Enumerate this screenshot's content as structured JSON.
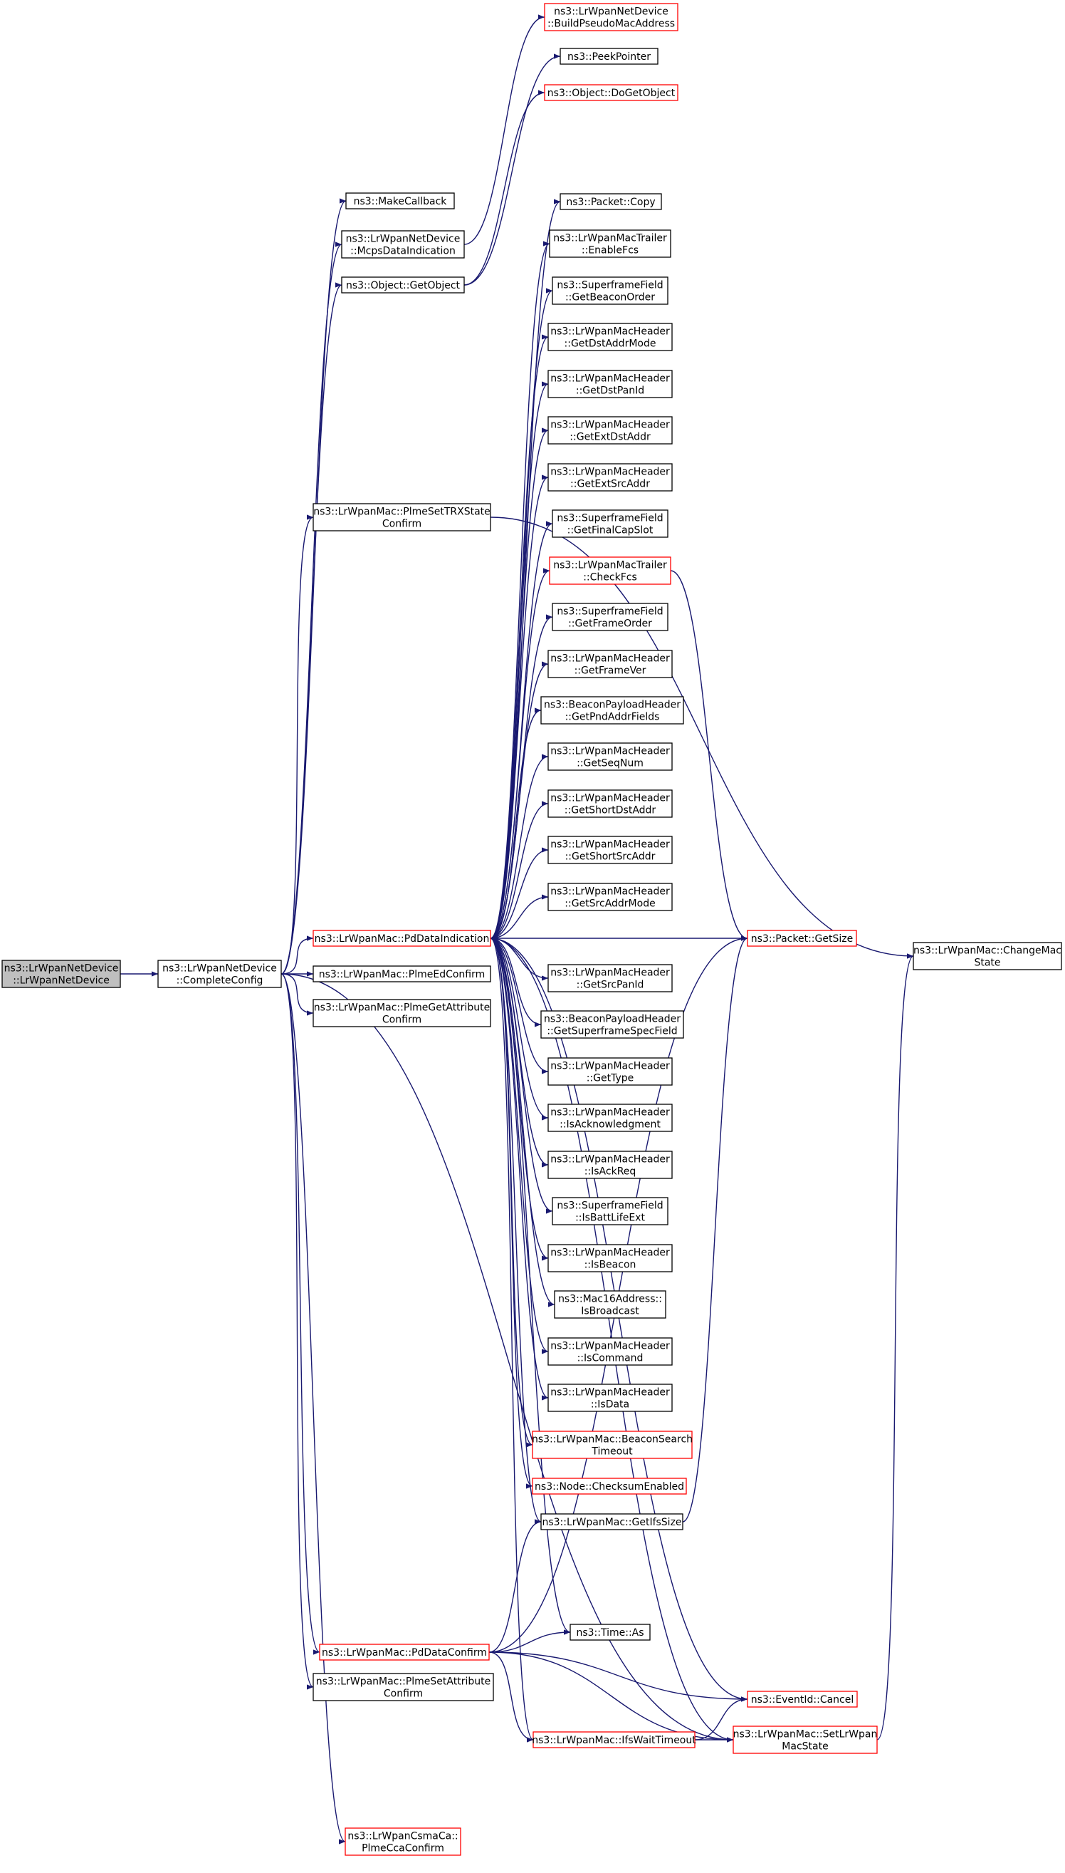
{
  "colors": {
    "edge": "#191970",
    "box_border": "#000000",
    "box_border_truncated": "#ff0000",
    "root_fill": "#bfbfbf",
    "box_fill": "#ffffff"
  },
  "nodes": [
    {
      "id": "root",
      "lines": [
        "ns3::LrWpanNetDevice",
        "::LrWpanNetDevice"
      ],
      "style": "root"
    },
    {
      "id": "cc",
      "lines": [
        "ns3::LrWpanNetDevice",
        "::CompleteConfig"
      ],
      "style": "normal"
    },
    {
      "id": "mk",
      "lines": [
        "ns3::MakeCallback"
      ],
      "style": "normal"
    },
    {
      "id": "mcps",
      "lines": [
        "ns3::LrWpanNetDevice",
        "::McpsDataIndication"
      ],
      "style": "normal"
    },
    {
      "id": "getobj",
      "lines": [
        "ns3::Object::GetObject"
      ],
      "style": "normal"
    },
    {
      "id": "trx",
      "lines": [
        "ns3::LrWpanMac::PlmeSetTRXState",
        "Confirm"
      ],
      "style": "normal"
    },
    {
      "id": "pdi",
      "lines": [
        "ns3::LrWpanMac::PdDataIndication"
      ],
      "style": "red"
    },
    {
      "id": "edc",
      "lines": [
        "ns3::LrWpanMac::PlmeEdConfirm"
      ],
      "style": "normal"
    },
    {
      "id": "pga",
      "lines": [
        "ns3::LrWpanMac::PlmeGetAttribute",
        "Confirm"
      ],
      "style": "normal"
    },
    {
      "id": "pdc",
      "lines": [
        "ns3::LrWpanMac::PdDataConfirm"
      ],
      "style": "red"
    },
    {
      "id": "psa",
      "lines": [
        "ns3::LrWpanMac::PlmeSetAttribute",
        "Confirm"
      ],
      "style": "normal"
    },
    {
      "id": "cca",
      "lines": [
        "ns3::LrWpanCsmaCa::",
        "PlmeCcaConfirm"
      ],
      "style": "red"
    },
    {
      "id": "bpma",
      "lines": [
        "ns3::LrWpanNetDevice",
        "::BuildPseudoMacAddress"
      ],
      "style": "red"
    },
    {
      "id": "peek",
      "lines": [
        "ns3::PeekPointer"
      ],
      "style": "normal"
    },
    {
      "id": "dogo",
      "lines": [
        "ns3::Object::DoGetObject"
      ],
      "style": "red"
    },
    {
      "id": "copy",
      "lines": [
        "ns3::Packet::Copy"
      ],
      "style": "normal"
    },
    {
      "id": "efcs",
      "lines": [
        "ns3::LrWpanMacTrailer",
        "::EnableFcs"
      ],
      "style": "normal"
    },
    {
      "id": "gbo",
      "lines": [
        "ns3::SuperframeField",
        "::GetBeaconOrder"
      ],
      "style": "normal"
    },
    {
      "id": "gdam",
      "lines": [
        "ns3::LrWpanMacHeader",
        "::GetDstAddrMode"
      ],
      "style": "normal"
    },
    {
      "id": "gdpi",
      "lines": [
        "ns3::LrWpanMacHeader",
        "::GetDstPanId"
      ],
      "style": "normal"
    },
    {
      "id": "geda",
      "lines": [
        "ns3::LrWpanMacHeader",
        "::GetExtDstAddr"
      ],
      "style": "normal"
    },
    {
      "id": "gesa",
      "lines": [
        "ns3::LrWpanMacHeader",
        "::GetExtSrcAddr"
      ],
      "style": "normal"
    },
    {
      "id": "gfcs",
      "lines": [
        "ns3::SuperframeField",
        "::GetFinalCapSlot"
      ],
      "style": "normal"
    },
    {
      "id": "cfcs",
      "lines": [
        "ns3::LrWpanMacTrailer",
        "::CheckFcs"
      ],
      "style": "red"
    },
    {
      "id": "gfo",
      "lines": [
        "ns3::SuperframeField",
        "::GetFrameOrder"
      ],
      "style": "normal"
    },
    {
      "id": "gfv",
      "lines": [
        "ns3::LrWpanMacHeader",
        "::GetFrameVer"
      ],
      "style": "normal"
    },
    {
      "id": "gpaf",
      "lines": [
        "ns3::BeaconPayloadHeader",
        "::GetPndAddrFields"
      ],
      "style": "normal"
    },
    {
      "id": "gsn",
      "lines": [
        "ns3::LrWpanMacHeader",
        "::GetSeqNum"
      ],
      "style": "normal"
    },
    {
      "id": "gsda",
      "lines": [
        "ns3::LrWpanMacHeader",
        "::GetShortDstAddr"
      ],
      "style": "normal"
    },
    {
      "id": "gssa",
      "lines": [
        "ns3::LrWpanMacHeader",
        "::GetShortSrcAddr"
      ],
      "style": "normal"
    },
    {
      "id": "gsam",
      "lines": [
        "ns3::LrWpanMacHeader",
        "::GetSrcAddrMode"
      ],
      "style": "normal"
    },
    {
      "id": "gspi",
      "lines": [
        "ns3::LrWpanMacHeader",
        "::GetSrcPanId"
      ],
      "style": "normal"
    },
    {
      "id": "gssf",
      "lines": [
        "ns3::BeaconPayloadHeader",
        "::GetSuperframeSpecField"
      ],
      "style": "normal"
    },
    {
      "id": "gtype",
      "lines": [
        "ns3::LrWpanMacHeader",
        "::GetType"
      ],
      "style": "normal"
    },
    {
      "id": "iack",
      "lines": [
        "ns3::LrWpanMacHeader",
        "::IsAcknowledgment"
      ],
      "style": "normal"
    },
    {
      "id": "iackr",
      "lines": [
        "ns3::LrWpanMacHeader",
        "::IsAckReq"
      ],
      "style": "normal"
    },
    {
      "id": "ible",
      "lines": [
        "ns3::SuperframeField",
        "::IsBattLifeExt"
      ],
      "style": "normal"
    },
    {
      "id": "ibea",
      "lines": [
        "ns3::LrWpanMacHeader",
        "::IsBeacon"
      ],
      "style": "normal"
    },
    {
      "id": "ibc",
      "lines": [
        "ns3::Mac16Address::",
        "IsBroadcast"
      ],
      "style": "normal"
    },
    {
      "id": "icmd",
      "lines": [
        "ns3::LrWpanMacHeader",
        "::IsCommand"
      ],
      "style": "normal"
    },
    {
      "id": "idata",
      "lines": [
        "ns3::LrWpanMacHeader",
        "::IsData"
      ],
      "style": "normal"
    },
    {
      "id": "bst",
      "lines": [
        "ns3::LrWpanMac::BeaconSearch",
        "Timeout"
      ],
      "style": "red"
    },
    {
      "id": "cse",
      "lines": [
        "ns3::Node::ChecksumEnabled"
      ],
      "style": "red"
    },
    {
      "id": "gifs",
      "lines": [
        "ns3::LrWpanMac::GetIfsSize"
      ],
      "style": "normal"
    },
    {
      "id": "tas",
      "lines": [
        "ns3::Time::As"
      ],
      "style": "normal"
    },
    {
      "id": "ifs",
      "lines": [
        "ns3::LrWpanMac::IfsWaitTimeout"
      ],
      "style": "red"
    },
    {
      "id": "pgs",
      "lines": [
        "ns3::Packet::GetSize"
      ],
      "style": "red"
    },
    {
      "id": "ecan",
      "lines": [
        "ns3::EventId::Cancel"
      ],
      "style": "red"
    },
    {
      "id": "slms",
      "lines": [
        "ns3::LrWpanMac::SetLrWpan",
        "MacState"
      ],
      "style": "red"
    },
    {
      "id": "cms",
      "lines": [
        "ns3::LrWpanMac::ChangeMac",
        "State"
      ],
      "style": "normal"
    }
  ],
  "edges": [
    [
      "root",
      "cc"
    ],
    [
      "cc",
      "mk"
    ],
    [
      "cc",
      "mcps"
    ],
    [
      "cc",
      "getobj"
    ],
    [
      "cc",
      "trx"
    ],
    [
      "cc",
      "pdi"
    ],
    [
      "cc",
      "edc"
    ],
    [
      "cc",
      "pga"
    ],
    [
      "cc",
      "pdc"
    ],
    [
      "cc",
      "psa"
    ],
    [
      "cc",
      "cca"
    ],
    [
      "cc",
      "slms"
    ],
    [
      "mcps",
      "bpma"
    ],
    [
      "getobj",
      "peek"
    ],
    [
      "getobj",
      "dogo"
    ],
    [
      "trx",
      "cms"
    ],
    [
      "pdi",
      "copy"
    ],
    [
      "pdi",
      "efcs"
    ],
    [
      "pdi",
      "gbo"
    ],
    [
      "pdi",
      "gdam"
    ],
    [
      "pdi",
      "gdpi"
    ],
    [
      "pdi",
      "geda"
    ],
    [
      "pdi",
      "gesa"
    ],
    [
      "pdi",
      "gfcs"
    ],
    [
      "pdi",
      "cfcs"
    ],
    [
      "pdi",
      "gfo"
    ],
    [
      "pdi",
      "gfv"
    ],
    [
      "pdi",
      "gpaf"
    ],
    [
      "pdi",
      "gsn"
    ],
    [
      "pdi",
      "gsda"
    ],
    [
      "pdi",
      "gssa"
    ],
    [
      "pdi",
      "gsam"
    ],
    [
      "pdi",
      "pgs"
    ],
    [
      "pdi",
      "gspi"
    ],
    [
      "pdi",
      "gssf"
    ],
    [
      "pdi",
      "gtype"
    ],
    [
      "pdi",
      "iack"
    ],
    [
      "pdi",
      "iackr"
    ],
    [
      "pdi",
      "ible"
    ],
    [
      "pdi",
      "ibea"
    ],
    [
      "pdi",
      "ibc"
    ],
    [
      "pdi",
      "icmd"
    ],
    [
      "pdi",
      "idata"
    ],
    [
      "pdi",
      "bst"
    ],
    [
      "pdi",
      "cse"
    ],
    [
      "pdi",
      "gifs"
    ],
    [
      "pdi",
      "tas"
    ],
    [
      "pdi",
      "ecan"
    ],
    [
      "pdi",
      "ifs"
    ],
    [
      "pdi",
      "slms"
    ],
    [
      "cfcs",
      "pgs"
    ],
    [
      "gifs",
      "pgs"
    ],
    [
      "pdc",
      "gifs"
    ],
    [
      "pdc",
      "tas"
    ],
    [
      "pdc",
      "pgs"
    ],
    [
      "pdc",
      "ecan"
    ],
    [
      "pdc",
      "ifs"
    ],
    [
      "pdc",
      "slms"
    ],
    [
      "ifs",
      "ecan"
    ],
    [
      "ifs",
      "slms"
    ],
    [
      "slms",
      "cms"
    ]
  ]
}
